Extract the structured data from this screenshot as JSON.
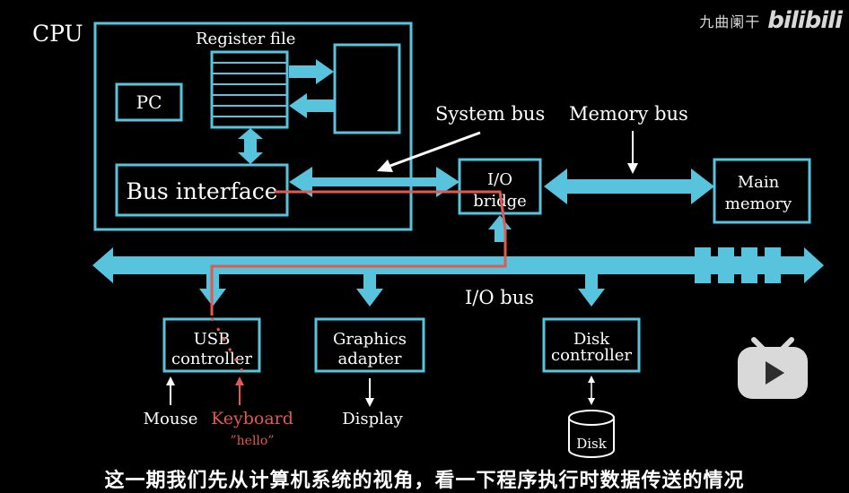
{
  "diagram": {
    "cpu_label": "CPU",
    "register_file_label": "Register file",
    "pc_label": "PC",
    "bus_interface_label": "Bus interface",
    "system_bus_label": "System bus",
    "memory_bus_label": "Memory bus",
    "io_bridge_line1": "I/O",
    "io_bridge_line2": "bridge",
    "main_memory_line1": "Main",
    "main_memory_line2": "memory",
    "io_bus_label": "I/O bus",
    "usb_line1": "USB",
    "usb_line2": "controller",
    "graphics_line1": "Graphics",
    "graphics_line2": "adapter",
    "disk_ctrl_line1": "Disk",
    "disk_ctrl_line2": "controller",
    "mouse_label": "Mouse",
    "keyboard_label": "Keyboard",
    "hello_label": "”hello”",
    "display_label": "Display",
    "disk_label": "Disk"
  },
  "watermark": {
    "text": "九曲阑干",
    "logo": "bilibili"
  },
  "subtitle": "这一期我们先从计算机系统的视角，看一下程序执行时数据传送的情况",
  "colors": {
    "component": "#58c3dd",
    "highlight_path": "#e05a52",
    "text": "#ffffff",
    "background": "#000000"
  }
}
